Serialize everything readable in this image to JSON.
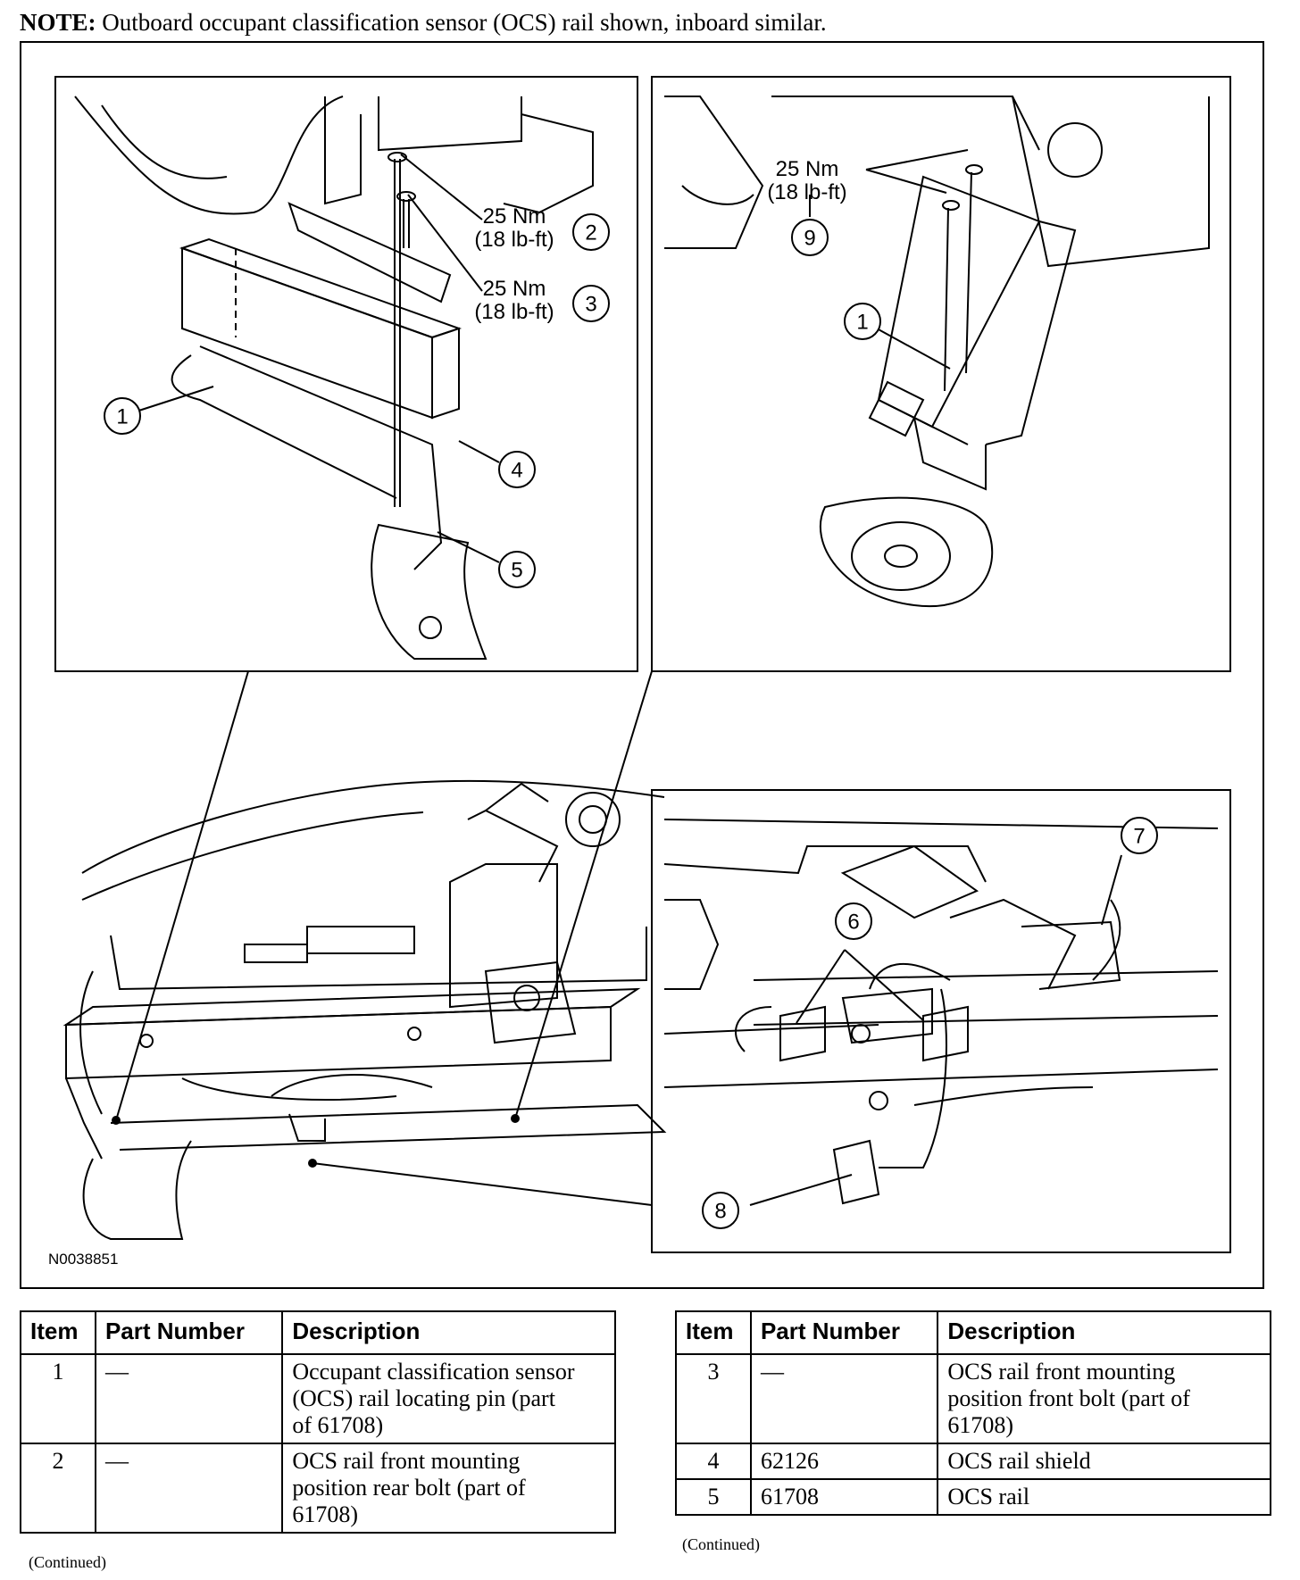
{
  "note": {
    "label": "NOTE:",
    "text": "Outboard occupant classification sensor (OCS) rail shown, inboard similar."
  },
  "figure": {
    "id": "N0038851",
    "callouts": {
      "c1a": "1",
      "c2": "2",
      "c3": "3",
      "c4": "4",
      "c5": "5",
      "c9": "9",
      "c1b": "1",
      "c7": "7",
      "c6": "6",
      "c8": "8"
    },
    "torque": {
      "t2_nm": "25 Nm",
      "t2_lb": "(18 lb-ft)",
      "t3_nm": "25 Nm",
      "t3_lb": "(18 lb-ft)",
      "t9_nm": "25 Nm",
      "t9_lb": "(18 lb-ft)"
    }
  },
  "tables": {
    "headers": {
      "item": "Item",
      "part": "Part Number",
      "desc": "Description"
    },
    "left": {
      "rows": [
        {
          "item": "1",
          "part": "—",
          "desc": [
            "Occupant classification sensor",
            "(OCS) rail locating pin (part",
            "of 61708)"
          ]
        },
        {
          "item": "2",
          "part": "—",
          "desc": [
            "OCS rail front mounting",
            "position rear bolt (part of",
            "61708)"
          ]
        }
      ],
      "continued": "(Continued)"
    },
    "right": {
      "rows": [
        {
          "item": "3",
          "part": "—",
          "desc": [
            "OCS rail front mounting",
            "position front bolt (part of",
            "61708)"
          ]
        },
        {
          "item": "4",
          "part": "62126",
          "desc": [
            "OCS rail shield"
          ]
        },
        {
          "item": "5",
          "part": "61708",
          "desc": [
            "OCS rail"
          ]
        }
      ],
      "continued": "(Continued)"
    }
  }
}
